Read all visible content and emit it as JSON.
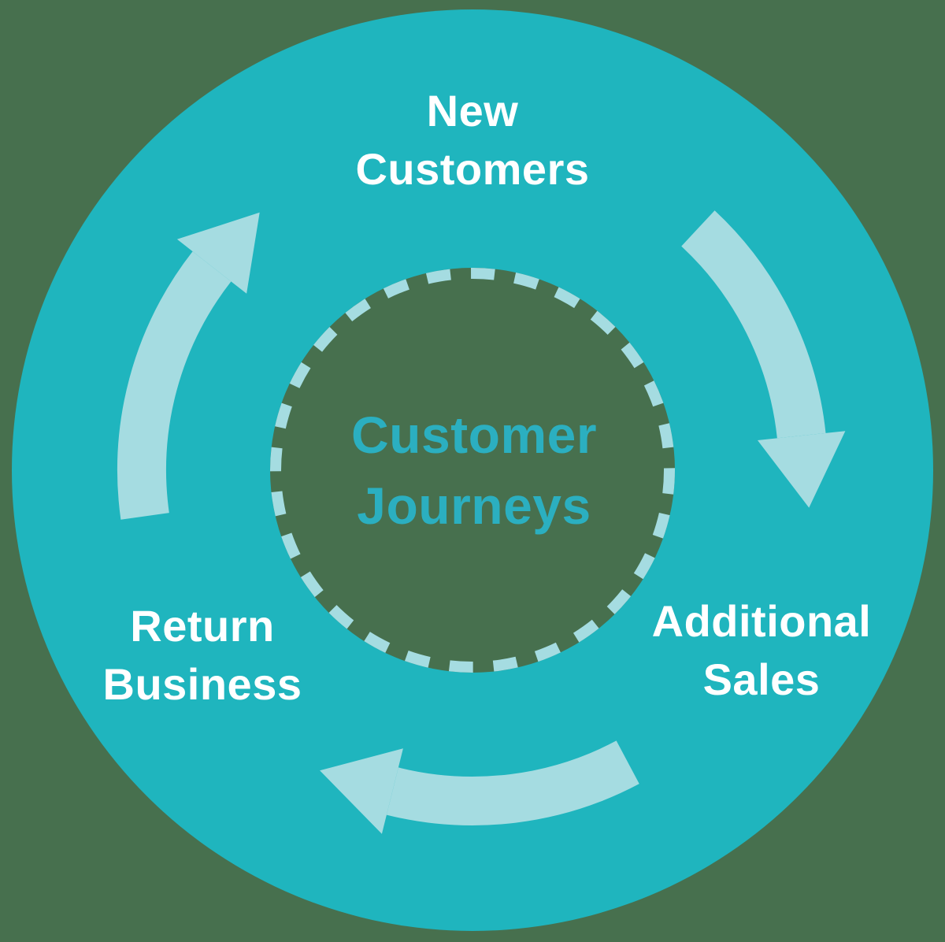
{
  "diagram": {
    "title": "Customer Journeys cycle diagram",
    "center_label": "Customer Journeys",
    "flow_direction": "clockwise",
    "stages": [
      {
        "id": "new-customers",
        "label": "New Customers",
        "position": "top"
      },
      {
        "id": "additional-sales",
        "label": "Additional Sales",
        "position": "bottom-right"
      },
      {
        "id": "return-business",
        "label": "Return Business",
        "position": "bottom-left"
      }
    ]
  },
  "colors": {
    "background_green": "#47704E",
    "circle_teal": "#1FB5BE",
    "light_teal": "#A5DCE1",
    "center_text_teal": "#2BAFC0",
    "stage_text": "#FFFFFF"
  }
}
